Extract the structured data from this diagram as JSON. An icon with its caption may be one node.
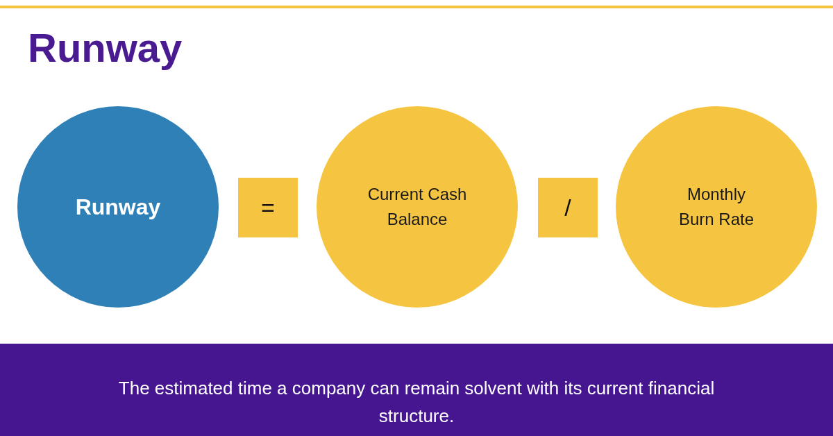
{
  "diagram": {
    "title": "Runway",
    "caption": "The estimated time a company can remain solvent with its current financial structure.",
    "nodes": [
      {
        "text": [
          "Runway"
        ]
      },
      {
        "text": [
          "="
        ]
      },
      {
        "text": [
          "Current Cash Balance"
        ]
      },
      {
        "text": [
          "/"
        ]
      },
      {
        "text": [
          "Monthly Burn Rate"
        ]
      }
    ]
  }
}
